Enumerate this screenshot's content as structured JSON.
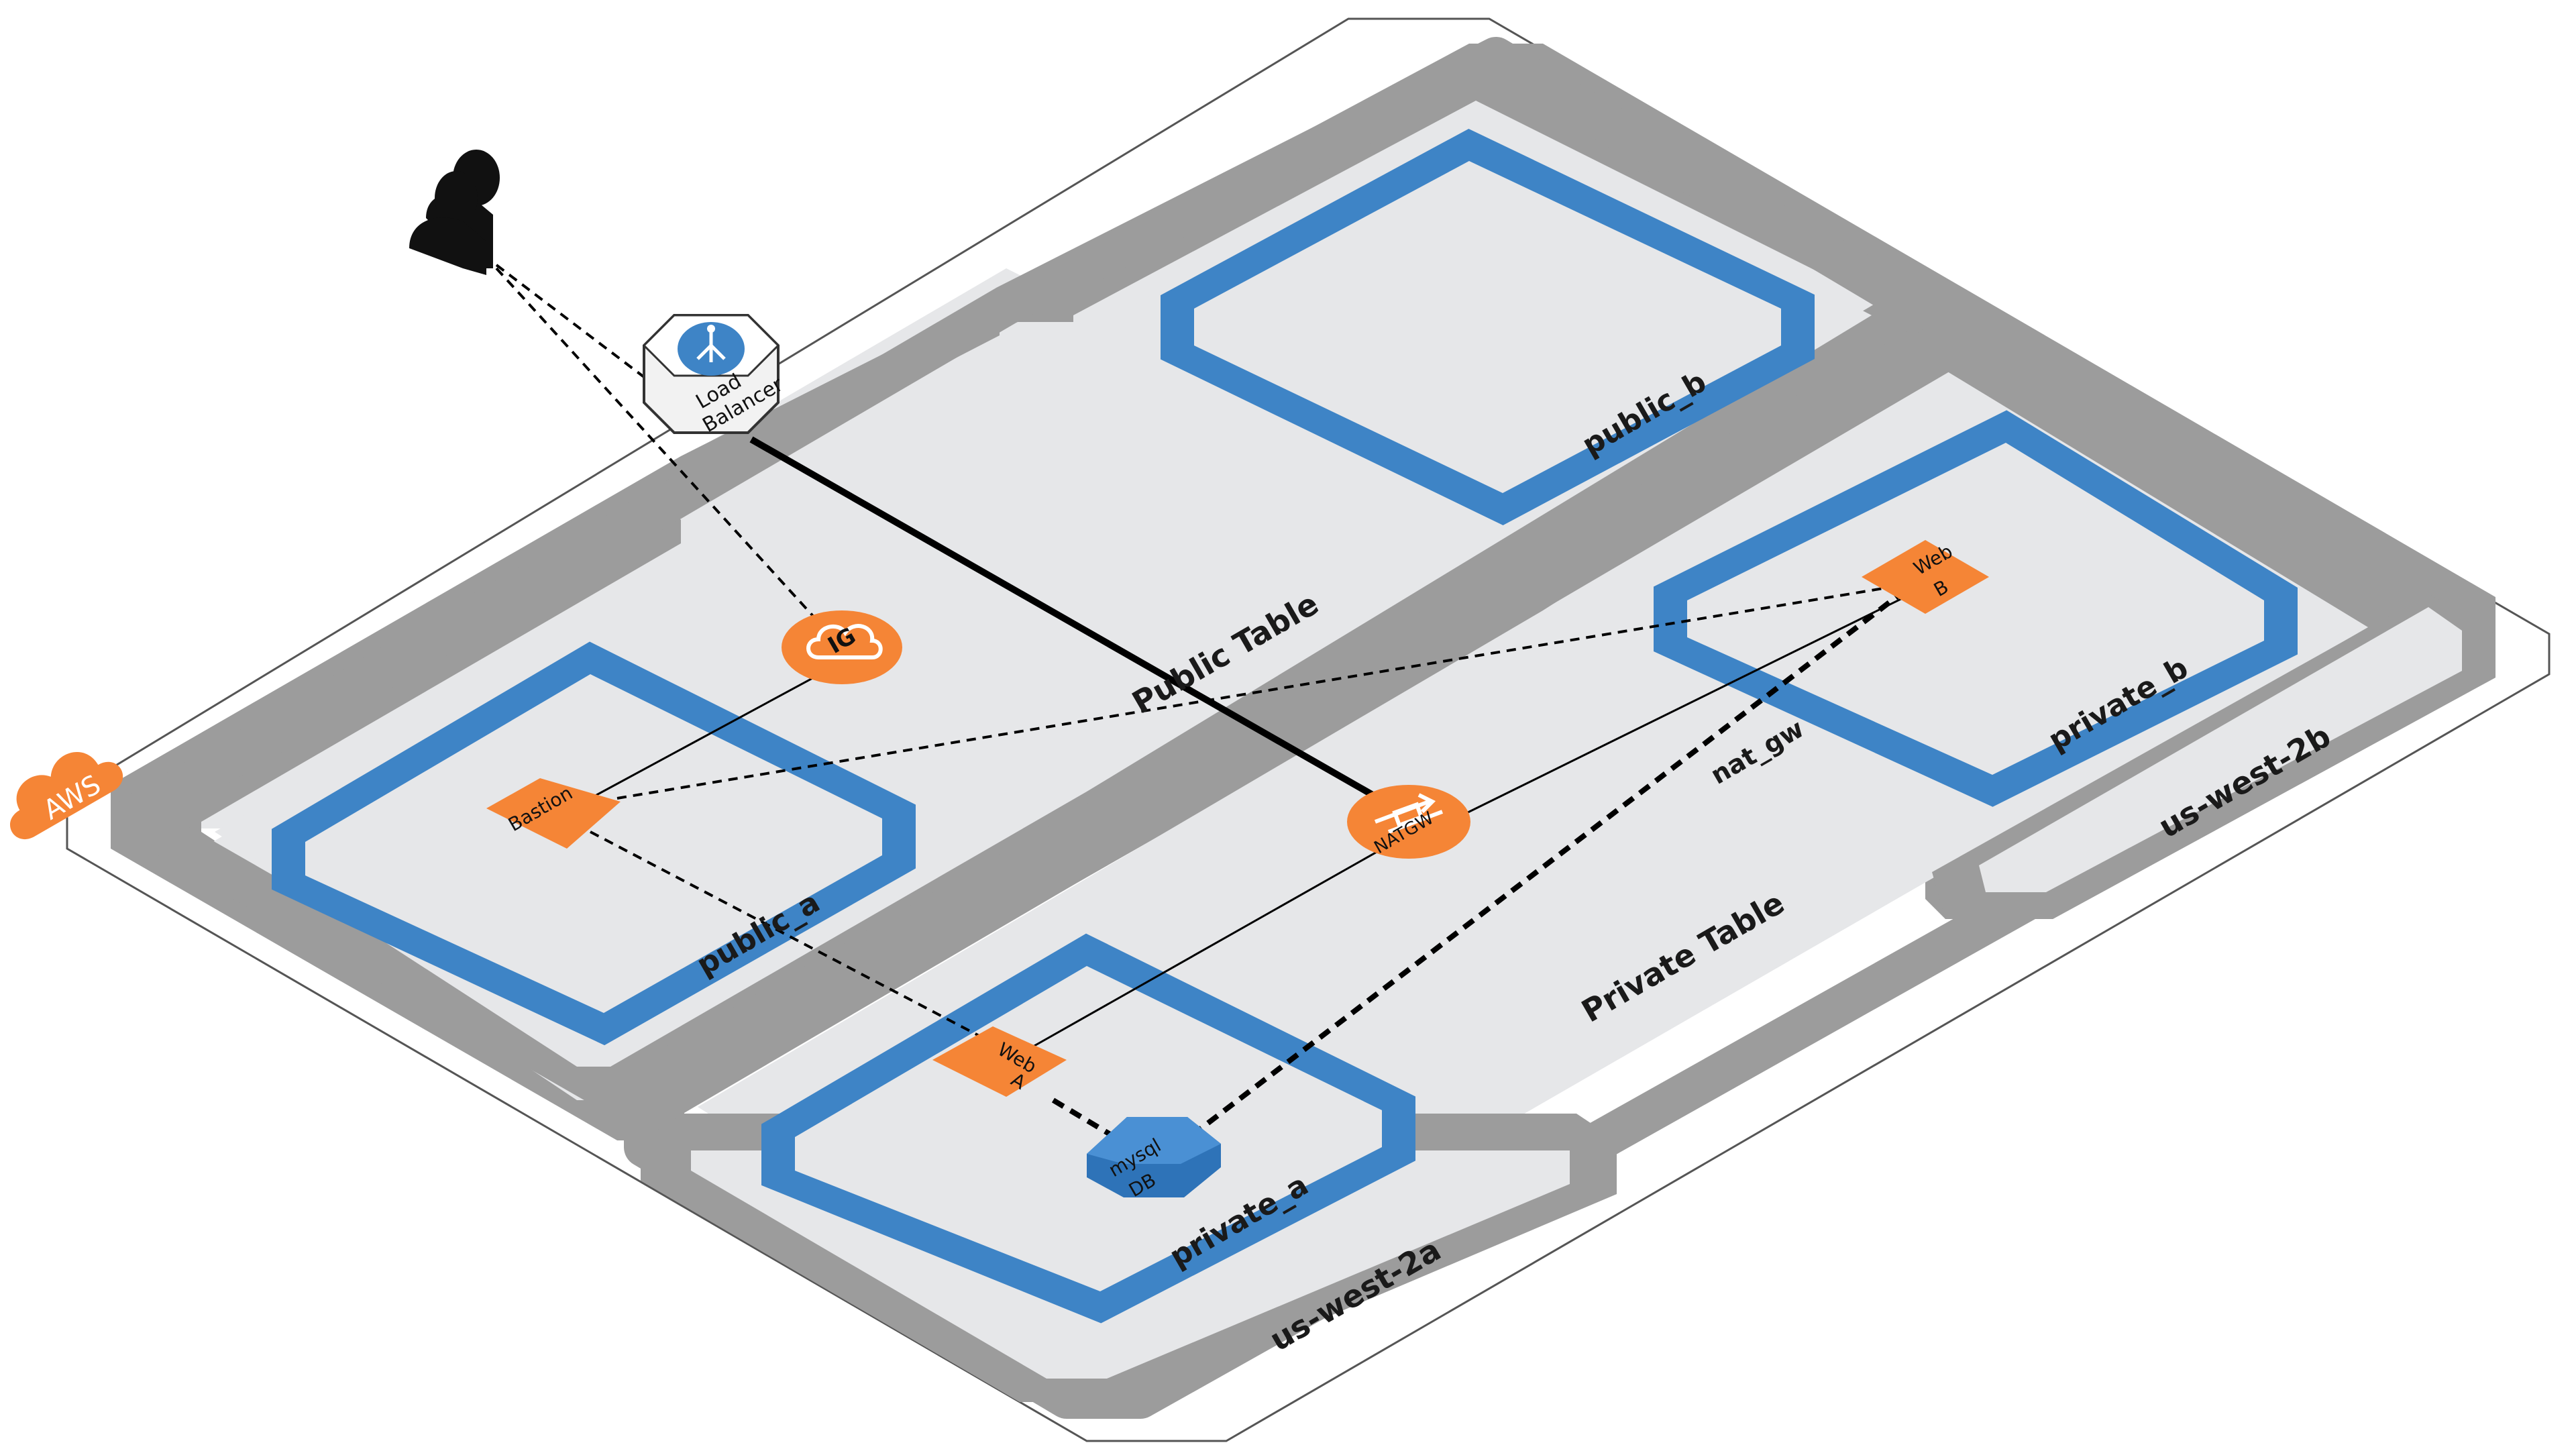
{
  "cloud": {
    "label": "AWS",
    "color": "#f58536"
  },
  "zones": [
    {
      "id": "zone-a",
      "label": "us-west-2a"
    },
    {
      "id": "zone-b",
      "label": "us-west-2b"
    }
  ],
  "route_tables": [
    {
      "id": "public-table",
      "label": "Public Table"
    },
    {
      "id": "private-table",
      "label": "Private Table"
    }
  ],
  "subnets": [
    {
      "id": "public_a",
      "label": "public_a"
    },
    {
      "id": "public_b",
      "label": "public_b"
    },
    {
      "id": "private_a",
      "label": "private_a"
    },
    {
      "id": "private_b",
      "label": "private_b"
    }
  ],
  "nodes": {
    "user": {
      "icon": "user-icon"
    },
    "load_balancer": {
      "line1": "Load",
      "line2": "Balancer",
      "icon": "load-balancer-icon"
    },
    "internet_gateway": {
      "label": "IG",
      "icon": "cloud-icon"
    },
    "bastion": {
      "label": "Bastion"
    },
    "natgw": {
      "label": "NATGW",
      "icon": "nat-arrows-icon"
    },
    "nat_label": "nat_gw",
    "web_a": {
      "line1": "Web",
      "line2": "A"
    },
    "web_b": {
      "line1": "Web",
      "line2": "B"
    },
    "db": {
      "line1": "mysql",
      "line2": "DB",
      "icon": "database-icon"
    }
  },
  "colors": {
    "subnet_border": "#3e84c6",
    "zone_border": "#9c9c9c",
    "panel_fill": "#e6e7e9",
    "orange": "#f58536",
    "db_blue": "#2e73b8"
  }
}
